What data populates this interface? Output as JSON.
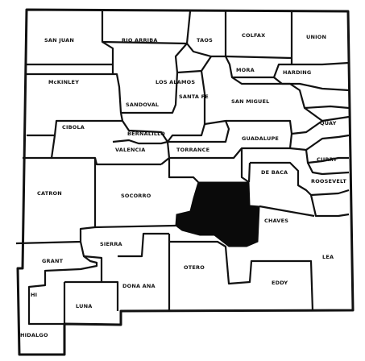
{
  "map": {
    "highlight_color": "#0a0a0a",
    "labels": {
      "san_juan": "SAN JUAN",
      "rio_arriba": "RIO ARRIBA",
      "taos": "TAOS",
      "colfax": "COLFAX",
      "union": "UNION",
      "mora": "MORA",
      "harding": "HARDING",
      "mckinley": "McKINLEY",
      "los_alamos": "LOS ALAMOS",
      "sandoval": "SANDOVAL",
      "santa_fe": "SANTA FE",
      "san_miguel": "SAN MIGUEL",
      "quay": "QUAY",
      "cibola": "CIBOLA",
      "bernalillo": "BERNALILLO",
      "valencia": "VALENCIA",
      "torrance": "TORRANCE",
      "guadalupe": "GUADALUPE",
      "curry": "CURRY",
      "de_baca": "DE BACA",
      "roosevelt": "ROOSEVELT",
      "catron": "CATRON",
      "socorro": "SOCORRO",
      "chaves": "CHAVES",
      "sierra": "SIERRA",
      "lea": "LEA",
      "grant": "GRANT",
      "dona_ana": "DONA ANA",
      "otero": "OTERO",
      "eddy": "EDDY",
      "luna": "LUNA",
      "hidalgo_short": "HI",
      "hidalgo": "HIDALGO"
    }
  }
}
